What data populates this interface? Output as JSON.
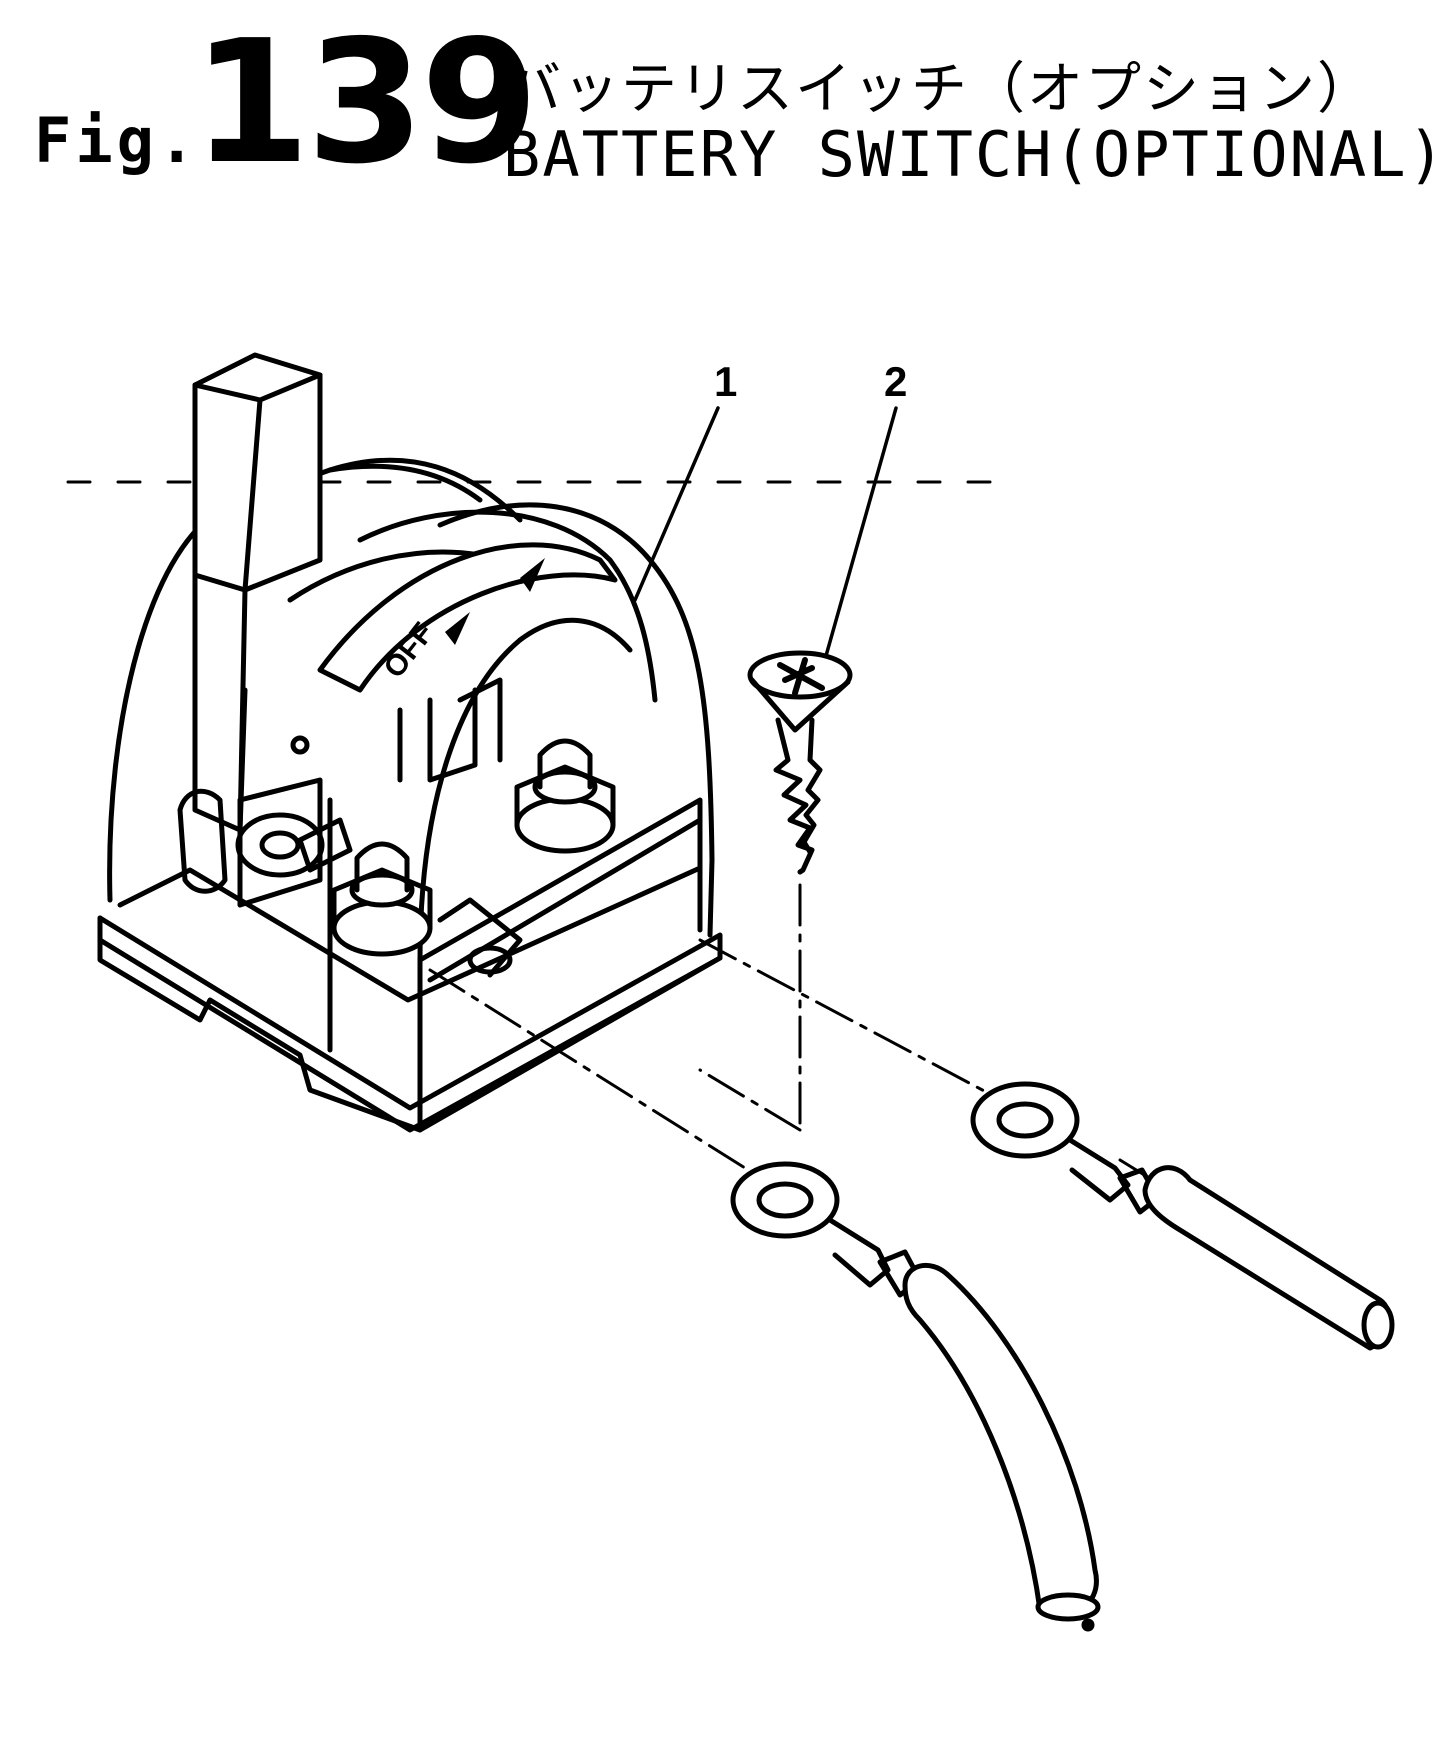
{
  "figure": {
    "prefix": "Fig.",
    "number": "139",
    "title_jp": "バッテリスイッチ（オプション）",
    "title_en": "BATTERY SWITCH(OPTIONAL)"
  },
  "switch_labels": {
    "off": "OFF"
  },
  "callouts": [
    {
      "label": "1"
    },
    {
      "label": "2"
    }
  ]
}
